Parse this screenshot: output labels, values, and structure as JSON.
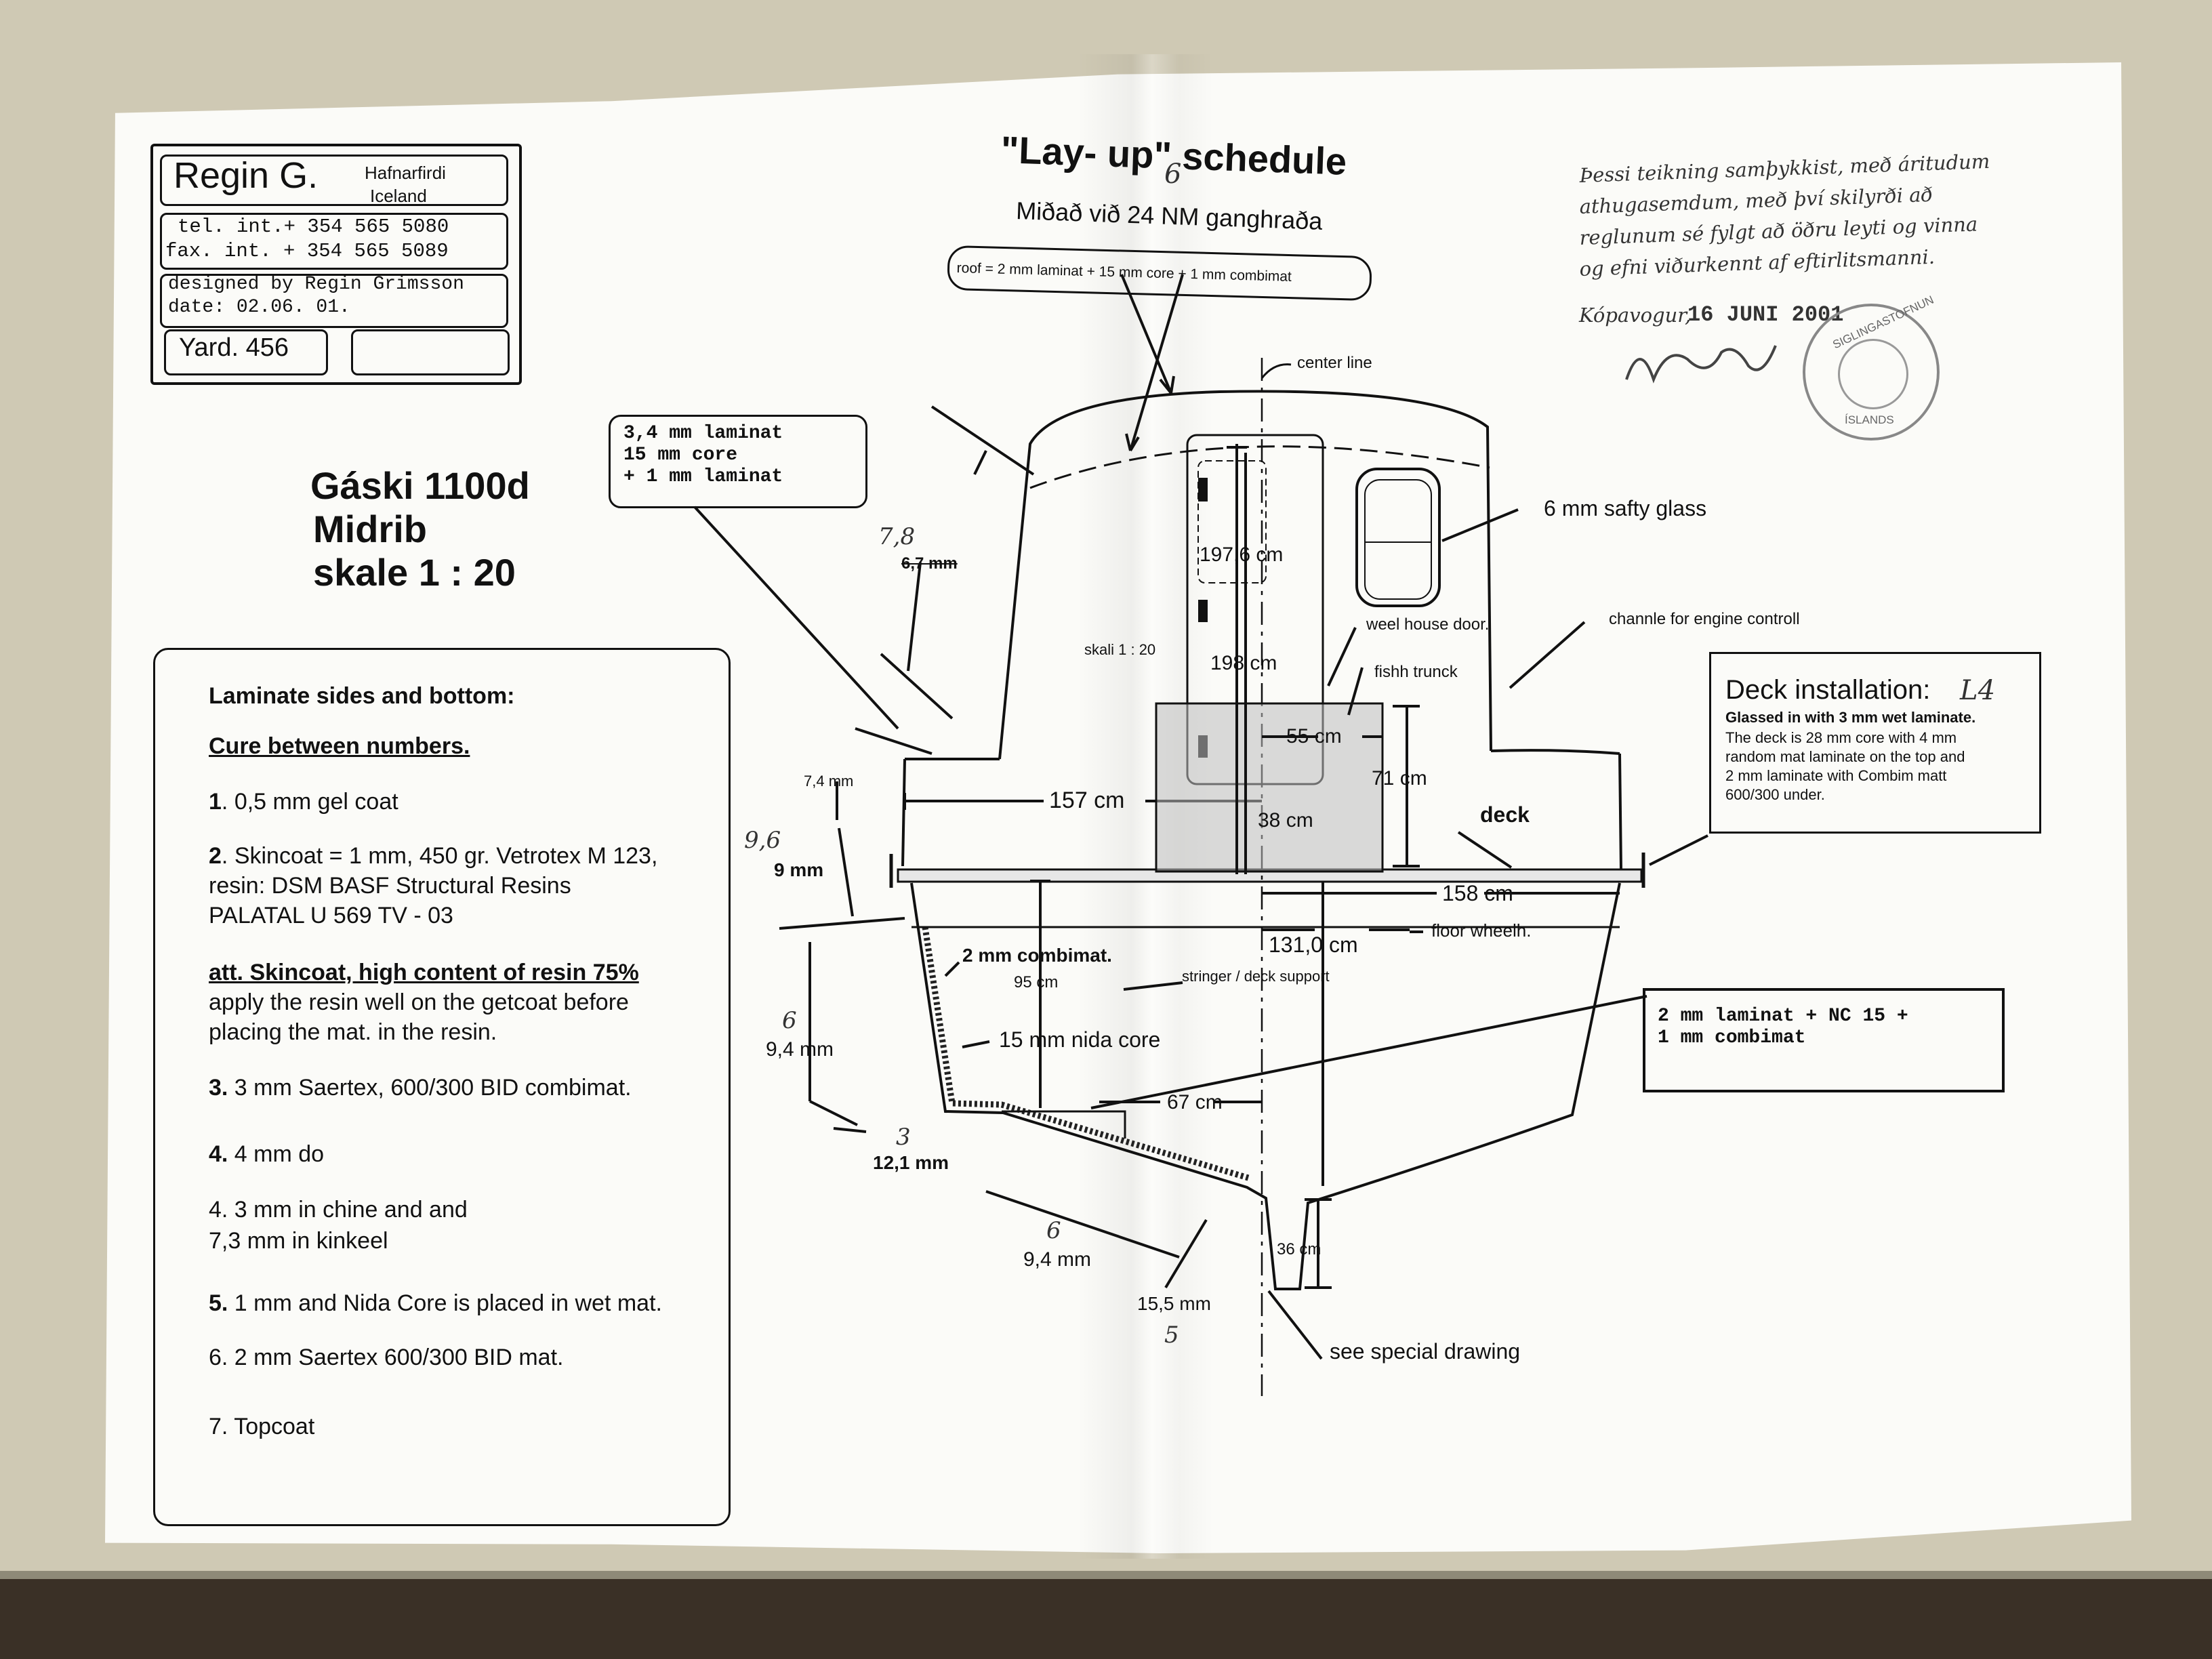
{
  "titleblock": {
    "company": "Regin G.",
    "city": "Hafnarfirdi",
    "country": "Iceland",
    "tel": "tel. int.+ 354 565 5080",
    "fax": "fax. int. + 354 565 5089",
    "designed_by": "designed by Regin Grimsson",
    "date": "date: 02.06. 01.",
    "yard": "Yard. 456"
  },
  "heading": {
    "title": "\"Lay- up\" schedule",
    "subtitle": "Miðað við 24 NM ganghraða",
    "subtitle_correction": "6",
    "roof": "roof = 2 mm laminat + 15 mm core + 1 mm combimat"
  },
  "approval": {
    "text": [
      "Þessi teikning samþykkist, með áritudum",
      "athugasemdum, með því skilyrði að",
      "reglunum sé fylgt að öðru leyti og vinna",
      "og efni viðurkennt af eftirlitsmanni."
    ],
    "place": "Kópavogur,",
    "date": "16 JUNI 2001",
    "stamp_text_top": "SIGLINGASTOFNUN",
    "stamp_text_bottom": "ÍSLANDS"
  },
  "boat": {
    "name": "Gáski 1100d",
    "section": "Midrib",
    "scale": "skale 1 : 20"
  },
  "laminate_callout": [
    "3,4 mm laminat",
    "15 mm core",
    "+ 1 mm laminat"
  ],
  "legend": {
    "heading": "Laminate sides and bottom:",
    "subheading": "Cure between numbers.",
    "items": [
      {
        "num": "1",
        "text": ". 0,5 mm gel coat"
      },
      {
        "num": "2",
        "text": ". Skincoat = 1 mm, 450 gr. Vetrotex M 123,"
      },
      {
        "num": "",
        "text": "resin: DSM BASF Structural Resins"
      },
      {
        "num": "",
        "text": "PALATAL U 569 TV - 03"
      },
      {
        "num": "",
        "text": "att. Skincoat, high content of resin 75%"
      },
      {
        "num": "",
        "text": "apply the resin well on the getcoat before"
      },
      {
        "num": "",
        "text": "placing the mat. in the resin."
      },
      {
        "num": "3.",
        "text": " 3 mm Saertex, 600/300 BID combimat."
      },
      {
        "num": "4.",
        "text": " 4 mm do"
      },
      {
        "num": "",
        "text": "4. 3 mm in chine and and"
      },
      {
        "num": "",
        "text": "7,3 mm in kinkeel"
      },
      {
        "num": "5.",
        "text": " 1 mm and Nida Core is placed in wet mat."
      },
      {
        "num": "",
        "text": "6. 2 mm Saertex 600/300 BID mat."
      },
      {
        "num": "",
        "text": "7. Topcoat"
      }
    ]
  },
  "deck_box": {
    "title": "Deck installation:",
    "title_hand": "L4",
    "line1": "Glassed in with 3 mm wet laminate.",
    "line2": "The deck is 28 mm core with 4 mm",
    "line3": "random mat laminate on the top and",
    "line4": "2 mm laminate with Combim matt",
    "line5": "600/300 under."
  },
  "hull_box": [
    "2 mm laminat + NC 15 +",
    "1 mm combimat"
  ],
  "labels": {
    "center_line": "center line",
    "safety_glass": "6 mm safty glass",
    "door": "weel house door.",
    "channel": "channle for engine controll",
    "trunk": "fishh trunck",
    "scale_small": "skali 1 : 20",
    "deck": "deck",
    "floor": "floor wheelh.",
    "combimat": "2 mm combimat.",
    "stringer": "stringer / deck support",
    "nida": "15 mm nida core",
    "special": "see special drawing"
  },
  "dimensions": {
    "d1976": "197,6 cm",
    "d198": "198 cm",
    "d55": "55 cm",
    "d71": "71 cm",
    "d38": "38 cm",
    "d157": "157 cm",
    "d158": "158 cm",
    "d1310": "131,0 cm",
    "d95": "95 cm",
    "d67": "67 cm",
    "d36": "36 cm",
    "side_top_hand": "7,8",
    "side_top": "6,7 mm",
    "d74": "7,4 mm",
    "side_mid_hand": "9,6",
    "side_mid": "9 mm",
    "side_low_hand": "6",
    "side_low": "9,4 mm",
    "chine_hand": "3",
    "chine": "12,1 mm",
    "bottom_hand": "6",
    "bottom": "9,4 mm",
    "keel": "15,5 mm",
    "keel_hand": "5"
  }
}
